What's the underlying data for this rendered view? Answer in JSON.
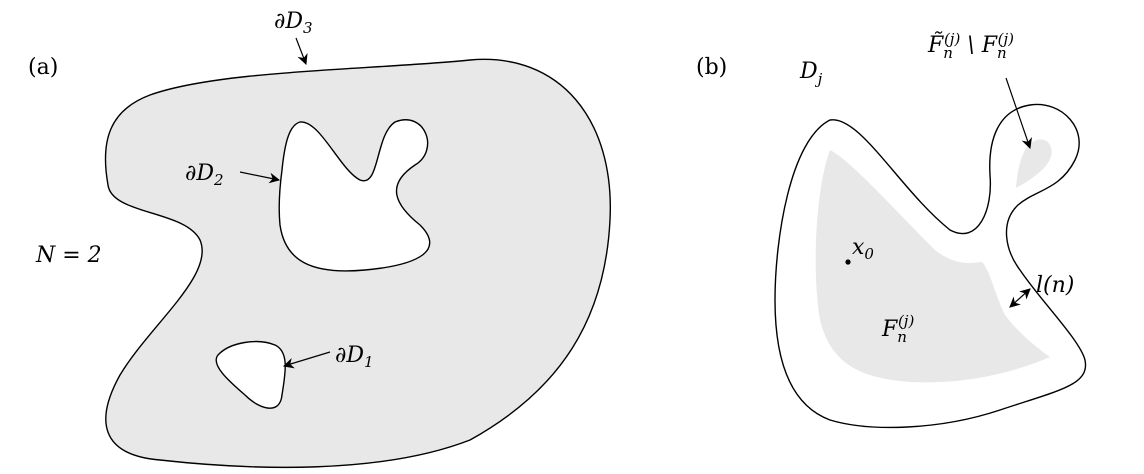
{
  "panel_a": {
    "tag": "(a)",
    "boundary_3": {
      "sym": "∂D",
      "sub": "3"
    },
    "boundary_2": {
      "sym": "∂D",
      "sub": "2"
    },
    "boundary_1": {
      "sym": "∂D",
      "sub": "1"
    },
    "n_label": "N = 2"
  },
  "panel_b": {
    "tag": "(b)",
    "domain": {
      "sym": "D",
      "sub": "j"
    },
    "difference": {
      "sym": "F̃",
      "sub": "n",
      "sup": "(j)",
      "sep": " \\ ",
      "sym2": "F",
      "sub2": "n",
      "sup2": "(j)"
    },
    "inner_set": {
      "sym": "F",
      "sub": "n",
      "sup": "(j)"
    },
    "point": {
      "sym": "x",
      "sub": "0"
    },
    "width": "l(n)"
  },
  "colors": {
    "fill": "#e8e8e8",
    "stroke": "#000000",
    "background": "#ffffff"
  }
}
